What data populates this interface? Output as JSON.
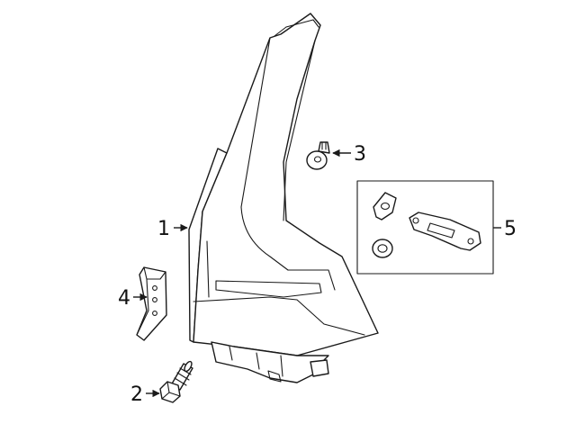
{
  "diagram": {
    "callouts": {
      "part_1": "1",
      "part_2": "2",
      "part_3": "3",
      "part_4": "4",
      "part_5": "5"
    },
    "line_color": "#1a1a1a",
    "background": "#ffffff"
  }
}
